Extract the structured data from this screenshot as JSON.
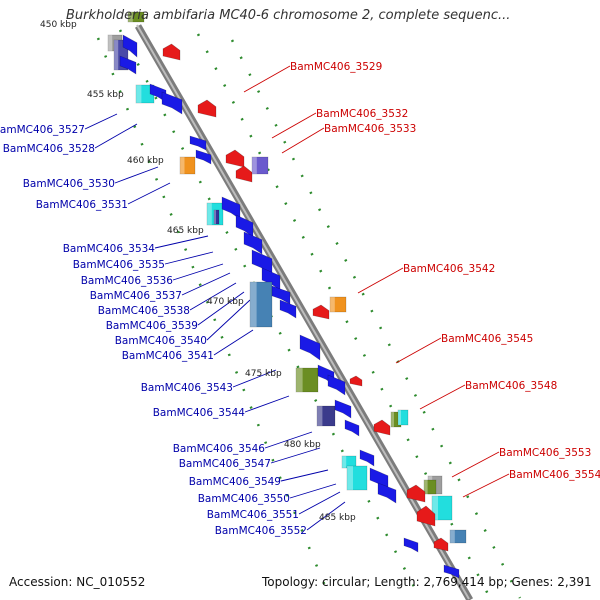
{
  "title": "Burkholderia ambifaria MC40-6 chromosome 2, complete sequenc...",
  "accession": "Accession: NC_010552",
  "summary": "Topology: circular; Length: 2,769,414 bp; Genes: 2,391",
  "kbp_ticks": [
    "450 kbp",
    "455 kbp",
    "460 kbp",
    "465 kbp",
    "470 kbp",
    "475 kbp",
    "480 kbp",
    "485 kbp"
  ],
  "genes_left": [
    "BamMC406_3527",
    "BamMC406_3528",
    "BamMC406_3530",
    "BamMC406_3531",
    "BamMC406_3534",
    "BamMC406_3535",
    "BamMC406_3536",
    "BamMC406_3537",
    "BamMC406_3538",
    "BamMC406_3539",
    "BamMC406_3540",
    "BamMC406_3541",
    "BamMC406_3543",
    "BamMC406_3544",
    "BamMC406_3546",
    "BamMC406_3547",
    "BamMC406_3549",
    "BamMC406_3550",
    "BamMC406_3551",
    "BamMC406_3552"
  ],
  "genes_right": [
    "BamMC406_3529",
    "BamMC406_3532",
    "BamMC406_3533",
    "BamMC406_3542",
    "BamMC406_3545",
    "BamMC406_3548",
    "BamMC406_3553",
    "BamMC406_3554"
  ],
  "colors": {
    "backbone": "#9a9a9a",
    "forward_cds": "#1a1ae6",
    "reverse_cds": "#e61a1a",
    "forward_label": "#0000aa",
    "reverse_label": "#cc0000",
    "tick_mark": "#2e8b2e",
    "orange_feature": "#f0921e",
    "cyan_feature": "#22dede",
    "olive_feature": "#6b8e23",
    "purple_feature": "#6a5acd",
    "steel_feature": "#4682b4"
  }
}
